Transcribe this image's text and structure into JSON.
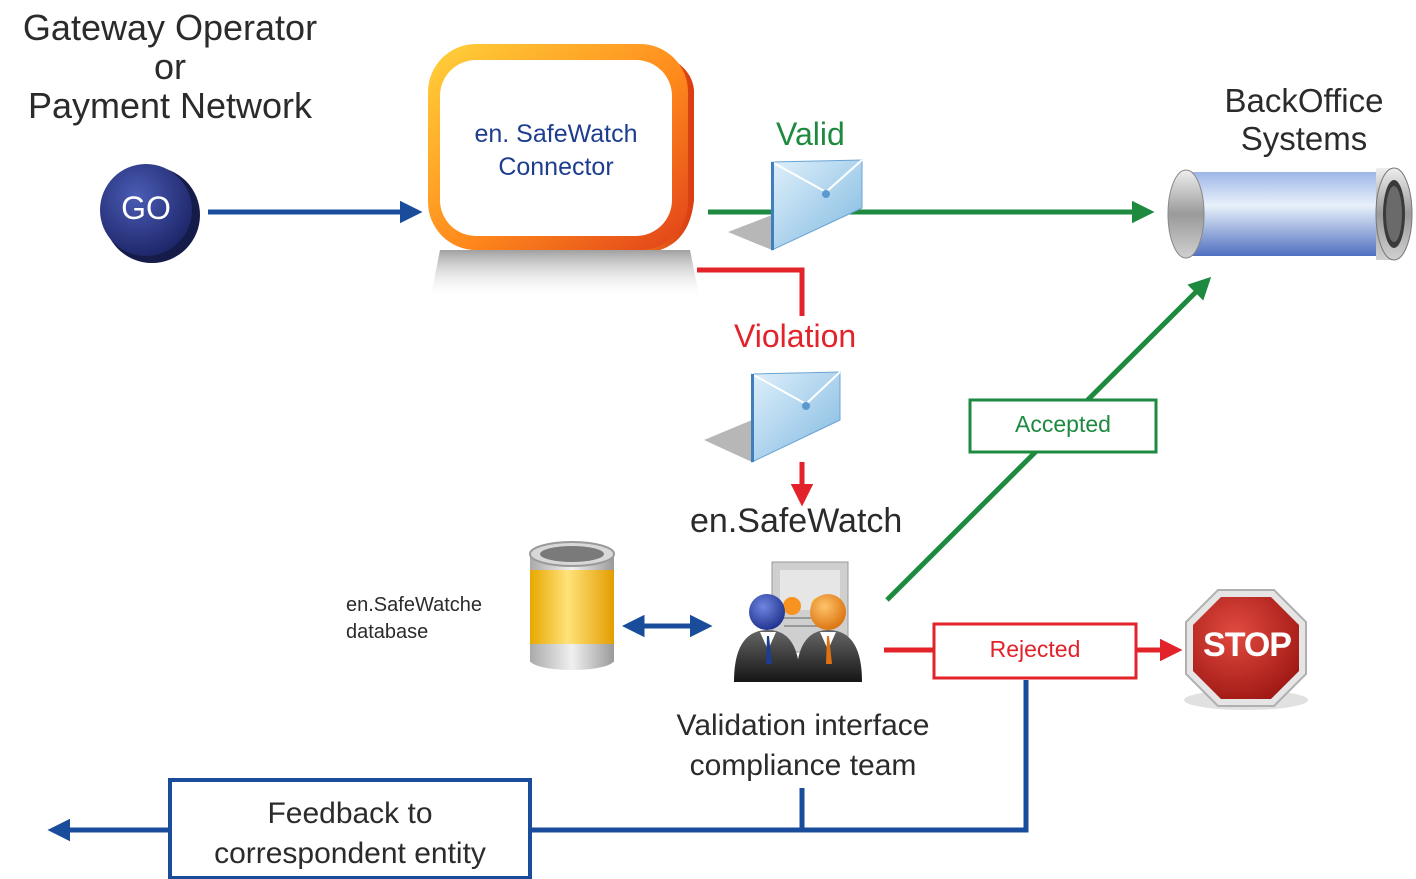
{
  "labels": {
    "gateway": [
      "Gateway Operator",
      "or",
      "Payment Network"
    ],
    "go_button": "GO",
    "connector": [
      "en. SafeWatch",
      "Connector"
    ],
    "valid": "Valid",
    "violation": "Violation",
    "backoffice": [
      "BackOffice",
      "Systems"
    ],
    "accepted": "Accepted",
    "rejected": "Rejected",
    "safewatch_title": "en.SafeWatch",
    "database": [
      "en.SafeWatche",
      "database"
    ],
    "validation": [
      "Validation interface",
      "compliance team"
    ],
    "feedback": [
      "Feedback to",
      "correspondent entity"
    ],
    "stop": "STOP"
  },
  "colors": {
    "blue_arrow": "#1a4c9c",
    "green_arrow": "#1e8a3f",
    "red_arrow": "#e3232a",
    "connector_blue": "#1d3d8f",
    "stop_red": "#c8201f"
  },
  "icons": [
    "go-badge-icon",
    "connector-box-icon",
    "envelope-icon",
    "backoffice-pipe-icon",
    "database-cylinder-icon",
    "compliance-team-icon",
    "stop-sign-icon"
  ]
}
